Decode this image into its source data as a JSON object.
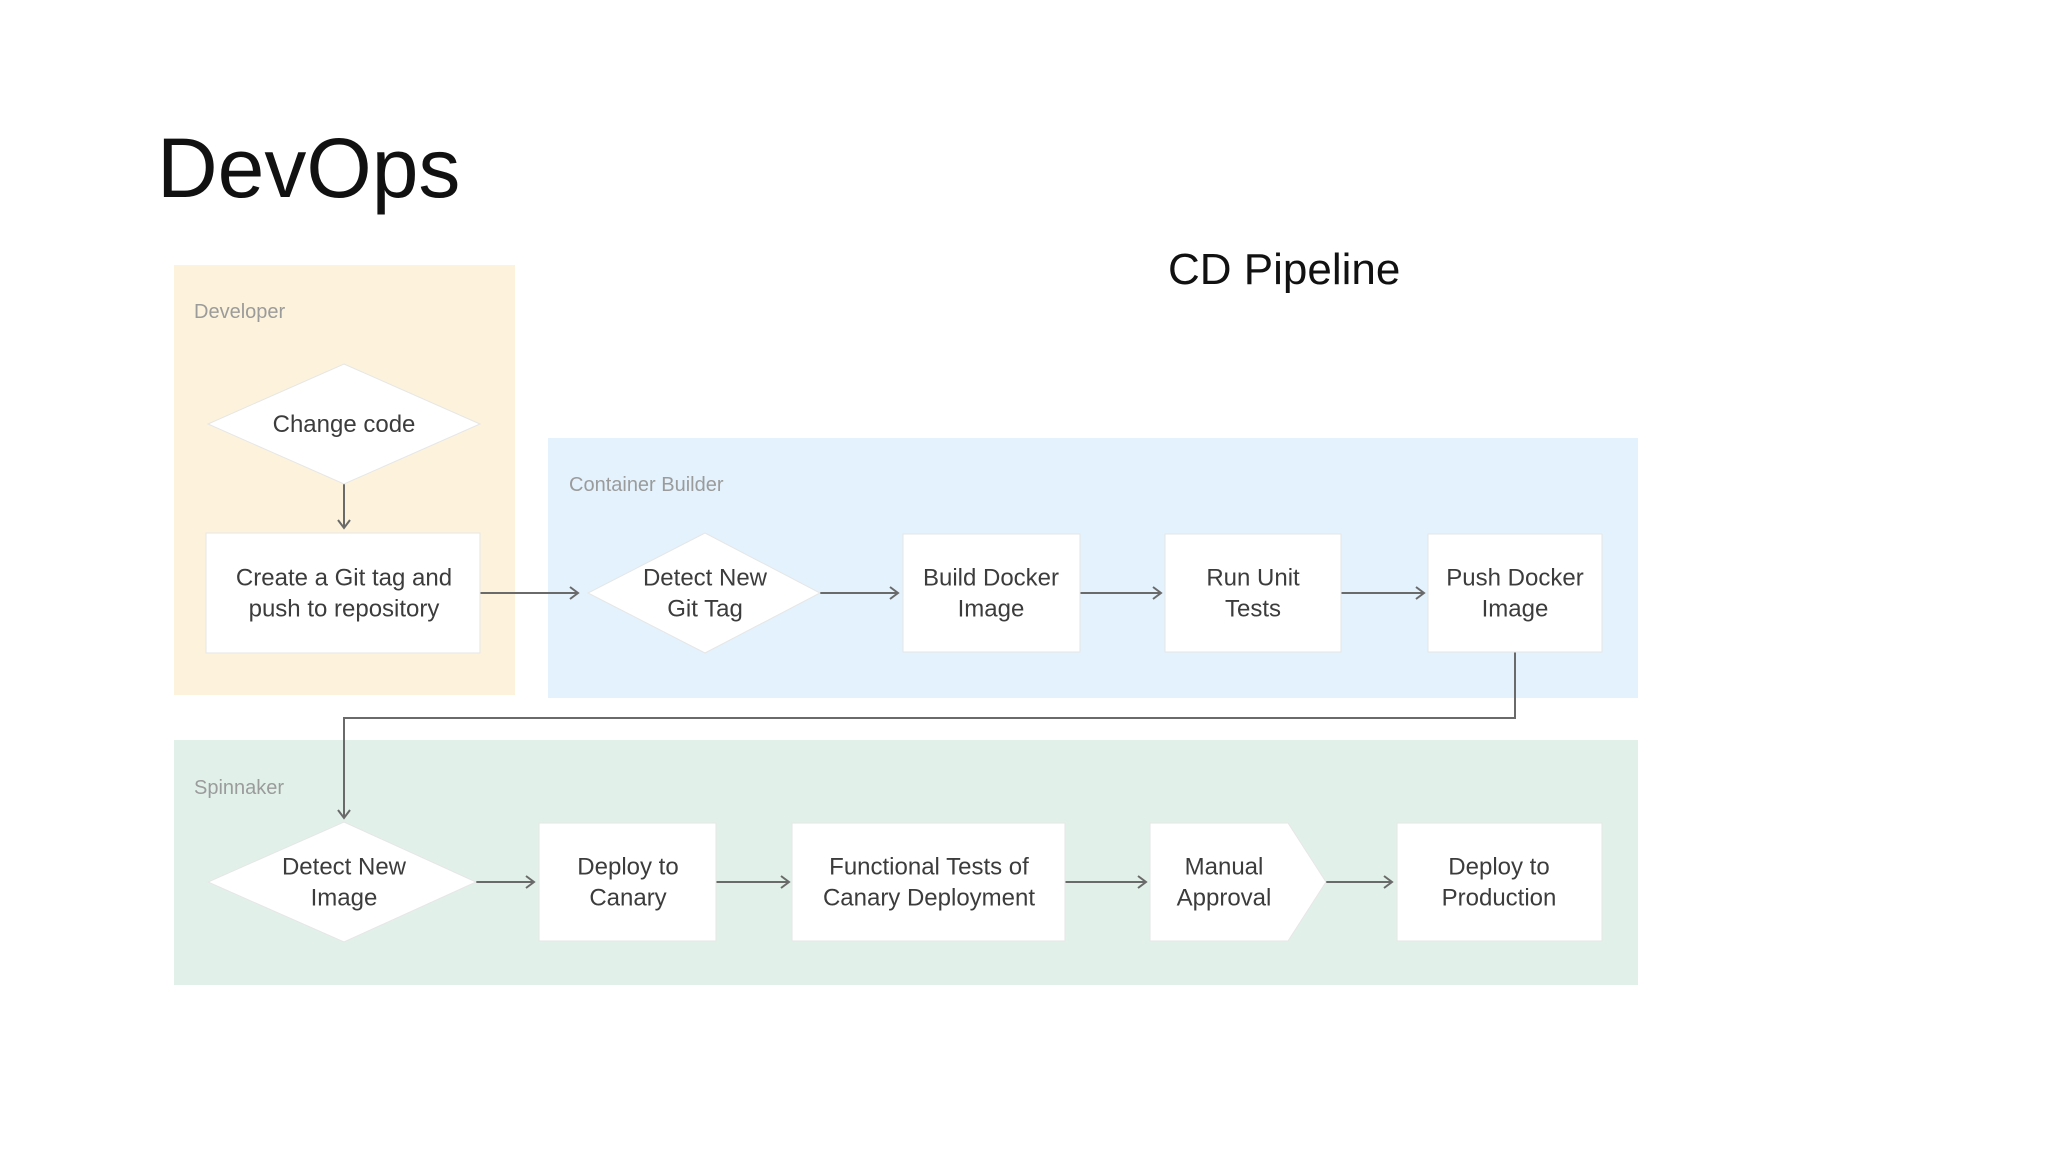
{
  "slide": {
    "title": "DevOps",
    "diagram_title": "CD Pipeline"
  },
  "colors": {
    "developer_lane": "#fdf3dc",
    "container_builder_lane": "#e3f2fd",
    "spinnaker_lane": "#e1f1ea",
    "node_fill": "#ffffff",
    "connector": "#6a6a6a"
  },
  "lanes": {
    "developer": "Developer",
    "container_builder": "Container Builder",
    "spinnaker": "Spinnaker"
  },
  "nodes": {
    "change_code": [
      "Change code"
    ],
    "create_git_tag": [
      "Create a Git tag and",
      "push to repository"
    ],
    "detect_new_git_tag": [
      "Detect New",
      "Git Tag"
    ],
    "build_docker_image": [
      "Build Docker",
      "Image"
    ],
    "run_unit_tests": [
      "Run Unit",
      "Tests"
    ],
    "push_docker_image": [
      "Push Docker",
      "Image"
    ],
    "detect_new_image": [
      "Detect New",
      "Image"
    ],
    "deploy_to_canary": [
      "Deploy to",
      "Canary"
    ],
    "functional_tests": [
      "Functional Tests of",
      "Canary Deployment"
    ],
    "manual_approval": [
      "Manual",
      "Approval"
    ],
    "deploy_to_production": [
      "Deploy to",
      "Production"
    ]
  }
}
